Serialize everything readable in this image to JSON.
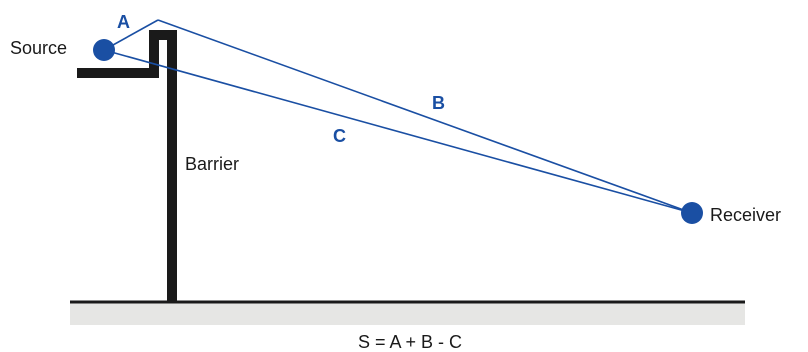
{
  "labels": {
    "source": "Source",
    "receiver": "Receiver",
    "barrier": "Barrier",
    "path_a": "A",
    "path_b": "B",
    "path_c": "C"
  },
  "formula": "S = A + B - C",
  "colors": {
    "path_blue": "#1a4fa3",
    "structure_black": "#1a1a1a",
    "ground_fill": "#e6e6e4"
  }
}
